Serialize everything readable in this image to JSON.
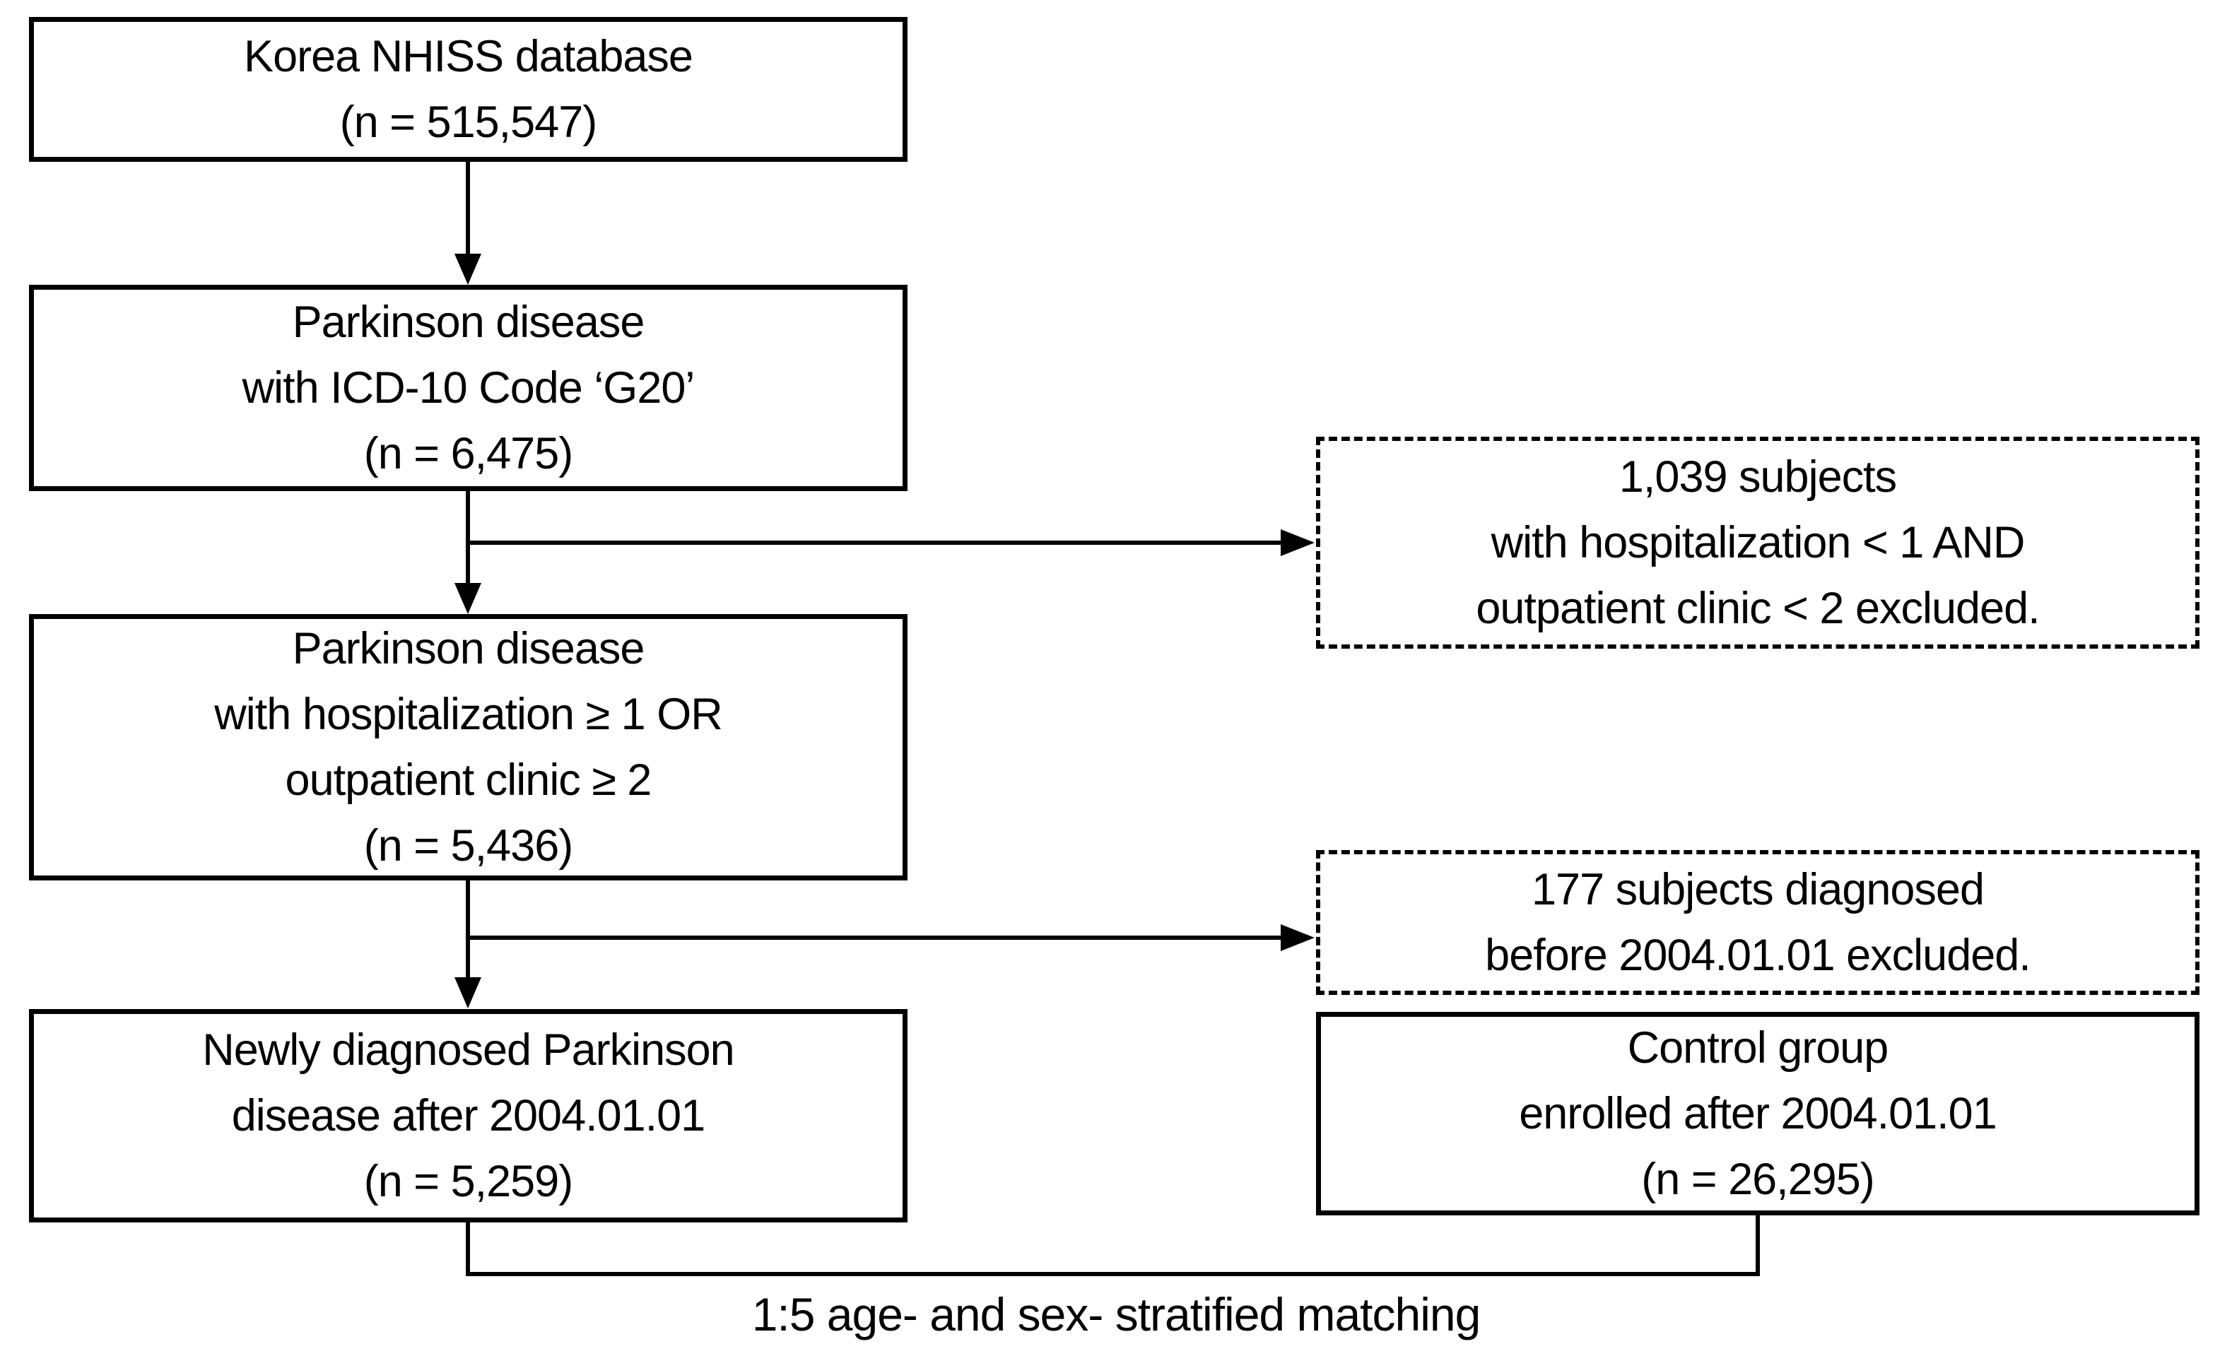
{
  "colors": {
    "ink": "#000000",
    "background": "#ffffff"
  },
  "flowchart": {
    "cohort_boxes": [
      {
        "lines": [
          "Korea NHISS database",
          "(n = 515,547)"
        ]
      },
      {
        "lines": [
          "Parkinson disease",
          "with ICD-10 Code ‘G20’",
          "(n = 6,475)"
        ]
      },
      {
        "lines": [
          "Parkinson disease",
          "with hospitalization ≥ 1 OR",
          "outpatient clinic ≥ 2",
          "(n = 5,436)"
        ]
      },
      {
        "lines": [
          "Newly diagnosed Parkinson",
          "disease after 2004.01.01",
          "(n = 5,259)"
        ]
      }
    ],
    "exclusion_boxes": [
      {
        "lines": [
          "1,039 subjects",
          "with hospitalization < 1 AND",
          "outpatient clinic < 2 excluded."
        ]
      },
      {
        "lines": [
          "177 subjects diagnosed",
          "before 2004.01.01 excluded."
        ]
      }
    ],
    "control_box": {
      "lines": [
        "Control group",
        "enrolled after 2004.01.01",
        "(n = 26,295)"
      ]
    },
    "matching_label": "1:5 age- and sex- stratified matching"
  }
}
